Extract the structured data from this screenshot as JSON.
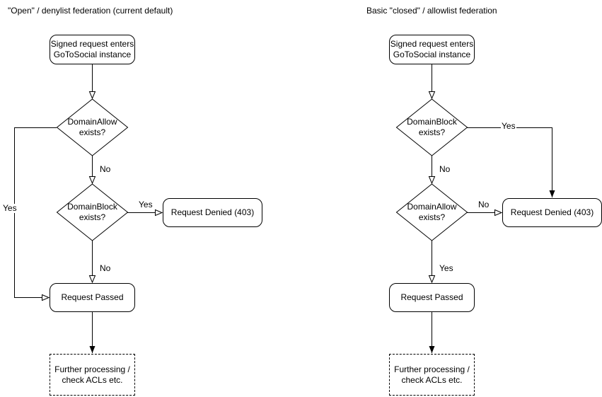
{
  "colors": {
    "stroke": "#000000",
    "fill": "#ffffff",
    "text": "#000000"
  },
  "charts": [
    {
      "title": "\"Open\" / denylist federation (current default)",
      "nodes": {
        "start": {
          "label": "Signed request enters\nGoToSocial instance"
        },
        "decision1": {
          "label": "DomainAllow\nexists?"
        },
        "decision2": {
          "label": "DomainBlock\nexists?"
        },
        "denied": {
          "label": "Request Denied (403)"
        },
        "passed": {
          "label": "Request Passed"
        },
        "further": {
          "label": "Further processing /\ncheck ACLs etc."
        }
      },
      "edge_labels": {
        "decision1_down": "No",
        "decision1_branch": "Yes",
        "decision2_side": "Yes",
        "decision2_down": "No"
      }
    },
    {
      "title": "Basic \"closed\" / allowlist federation",
      "nodes": {
        "start": {
          "label": "Signed request enters\nGoToSocial instance"
        },
        "decision1": {
          "label": "DomainBlock\nexists?"
        },
        "decision2": {
          "label": "DomainAllow\nexists?"
        },
        "denied": {
          "label": "Request Denied (403)"
        },
        "passed": {
          "label": "Request Passed"
        },
        "further": {
          "label": "Further processing /\ncheck ACLs etc."
        }
      },
      "edge_labels": {
        "decision1_down": "No",
        "decision1_branch": "Yes",
        "decision2_side": "No",
        "decision2_down": "Yes"
      }
    }
  ]
}
